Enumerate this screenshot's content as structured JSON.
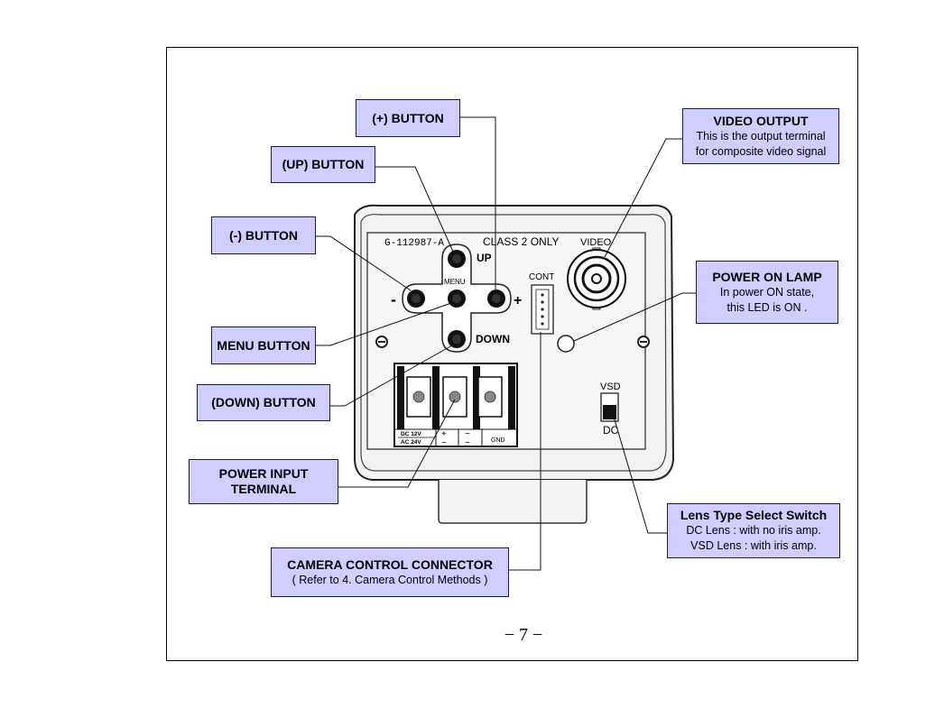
{
  "camera": {
    "model_label": "G-112987-A",
    "class_label": "CLASS 2 ONLY",
    "video_label": "VIDEO",
    "cont_label": "CONT",
    "up_label": "UP",
    "down_label": "DOWN",
    "menu_label": "MENU",
    "minus_label": "-",
    "plus_label": "+",
    "vsd_label": "VSD",
    "dc_label": "DC",
    "terminal_dc": "DC 12V",
    "terminal_ac": "AC 24V",
    "terminal_plus": "+",
    "terminal_minus": "−",
    "terminal_tilde1": "~",
    "terminal_tilde2": "~",
    "terminal_gnd": "GND"
  },
  "callouts": {
    "plus_button": {
      "title": "(+) BUTTON"
    },
    "up_button": {
      "title": "(UP) BUTTON"
    },
    "minus_button": {
      "title": "(-) BUTTON"
    },
    "menu_button": {
      "title": "MENU BUTTON"
    },
    "down_button": {
      "title": "(DOWN) BUTTON"
    },
    "power_input": {
      "title_line1": "POWER INPUT",
      "title_line2": "TERMINAL"
    },
    "camera_control": {
      "title": "CAMERA CONTROL CONNECTOR",
      "desc": "( Refer to 4. Camera Control Methods )"
    },
    "video_output": {
      "title": "VIDEO OUTPUT",
      "desc_line1": "This is the output terminal",
      "desc_line2": "for composite video signal"
    },
    "power_lamp": {
      "title": "POWER ON LAMP",
      "desc_line1": "In power ON state,",
      "desc_line2": "this LED is ON ."
    },
    "lens_switch": {
      "title": "Lens Type Select Switch",
      "desc_line1": "DC Lens : with no iris amp.",
      "desc_line2": "VSD Lens : with iris amp."
    }
  },
  "page_number": "−  7  −"
}
